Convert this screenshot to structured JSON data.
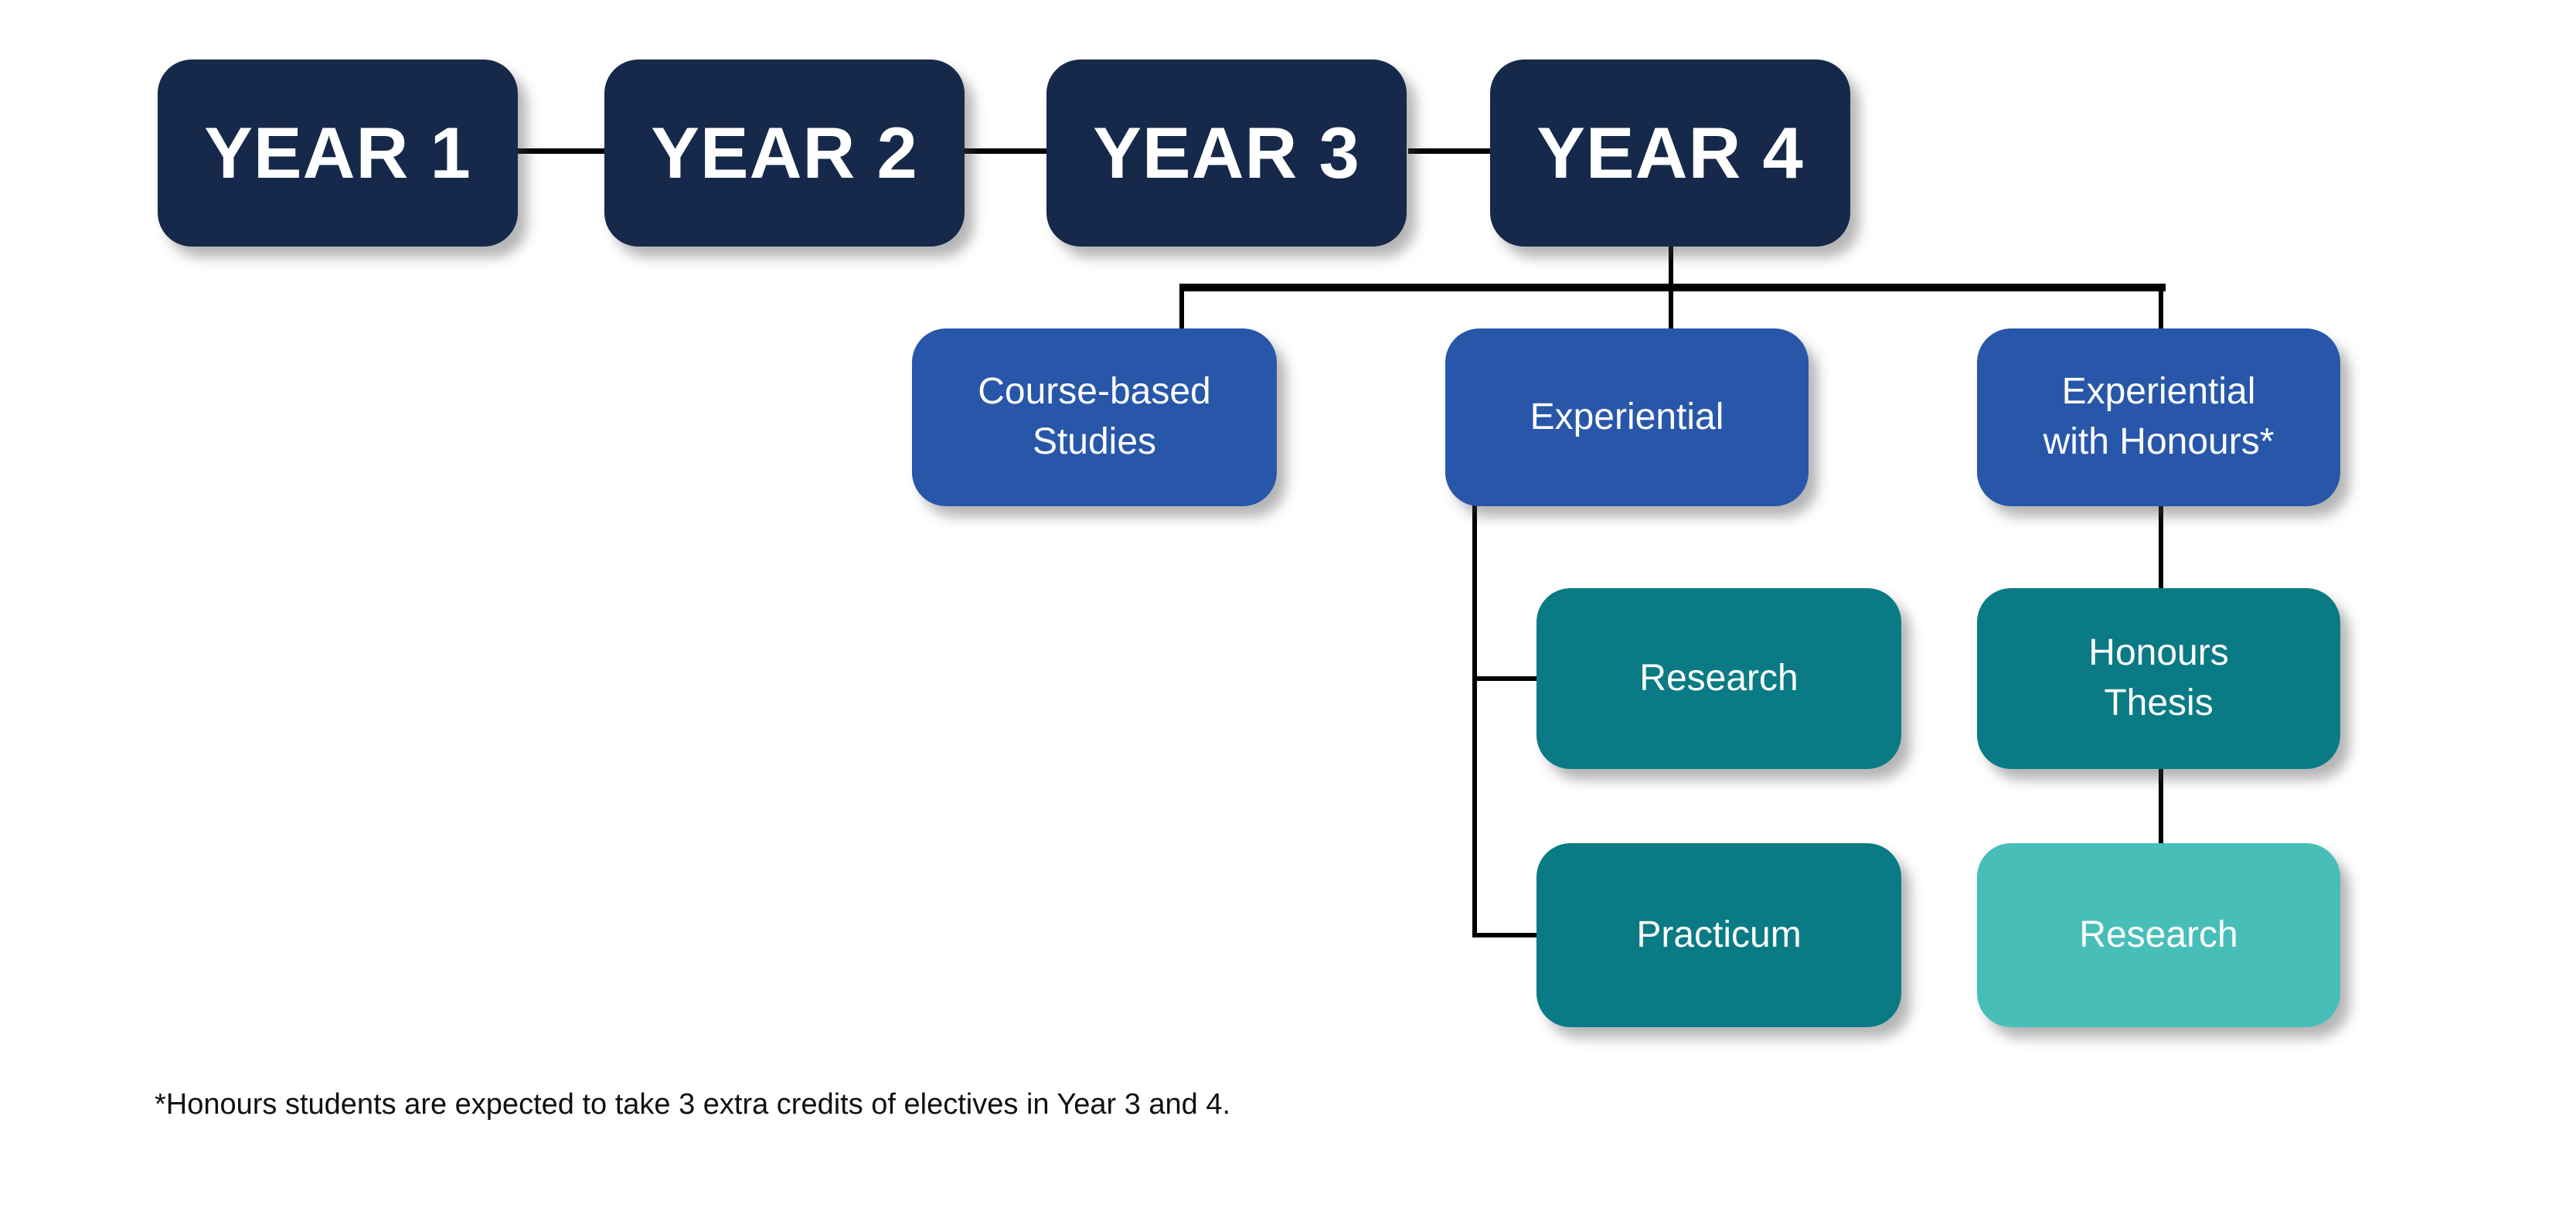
{
  "diagram": {
    "years": [
      {
        "label": "YEAR 1"
      },
      {
        "label": "YEAR 2"
      },
      {
        "label": "YEAR 3"
      },
      {
        "label": "YEAR 4"
      }
    ],
    "pathways": {
      "course_based": {
        "label": "Course-based\nStudies"
      },
      "experiential": {
        "label": "Experiential"
      },
      "experiential_honours": {
        "label": "Experiential\nwith Honours*"
      },
      "research": {
        "label": "Research"
      },
      "practicum": {
        "label": "Practicum"
      },
      "honours_thesis": {
        "label": "Honours\nThesis"
      },
      "honours_research": {
        "label": "Research"
      }
    },
    "footnote": "*Honours students are expected to take 3 extra credits of electives in Year 3 and 4."
  },
  "colors": {
    "year_box": "#16294B",
    "pathway_box": "#2857A9",
    "option_box": "#0A7B84",
    "option_box_light": "#47BFB8",
    "connector": "#000000",
    "box_text": "#FFFFFF",
    "footnote_text": "#111111",
    "background": "#FFFFFF"
  }
}
